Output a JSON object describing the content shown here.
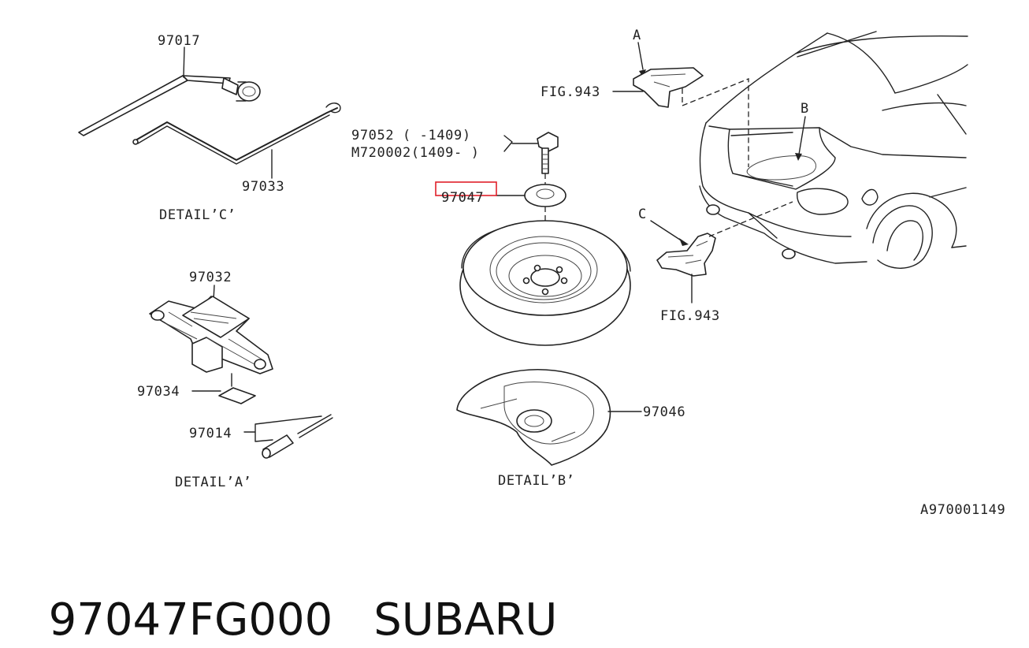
{
  "diagram": {
    "labels": {
      "p97017": "97017",
      "p97033": "97033",
      "detail_c": "DETAIL’C’",
      "p97032": "97032",
      "p97034": "97034",
      "p97014": "97014",
      "detail_a": "DETAIL’A’",
      "p97052": "97052  ( -1409)",
      "m720002": "M720002(1409-  )",
      "p97047": "97047",
      "p97046": "97046",
      "detail_b": "DETAIL’B’",
      "fig943_top": "FIG.943",
      "fig943_bottom": "FIG.943",
      "callout_a": "A",
      "callout_b": "B",
      "callout_c": "C",
      "diagram_id": "A970001149"
    },
    "highlight_color": "#e0202a",
    "highlighted_part": "97047"
  },
  "footer": {
    "part_number": "97047FG000",
    "brand": "SUBARU"
  }
}
